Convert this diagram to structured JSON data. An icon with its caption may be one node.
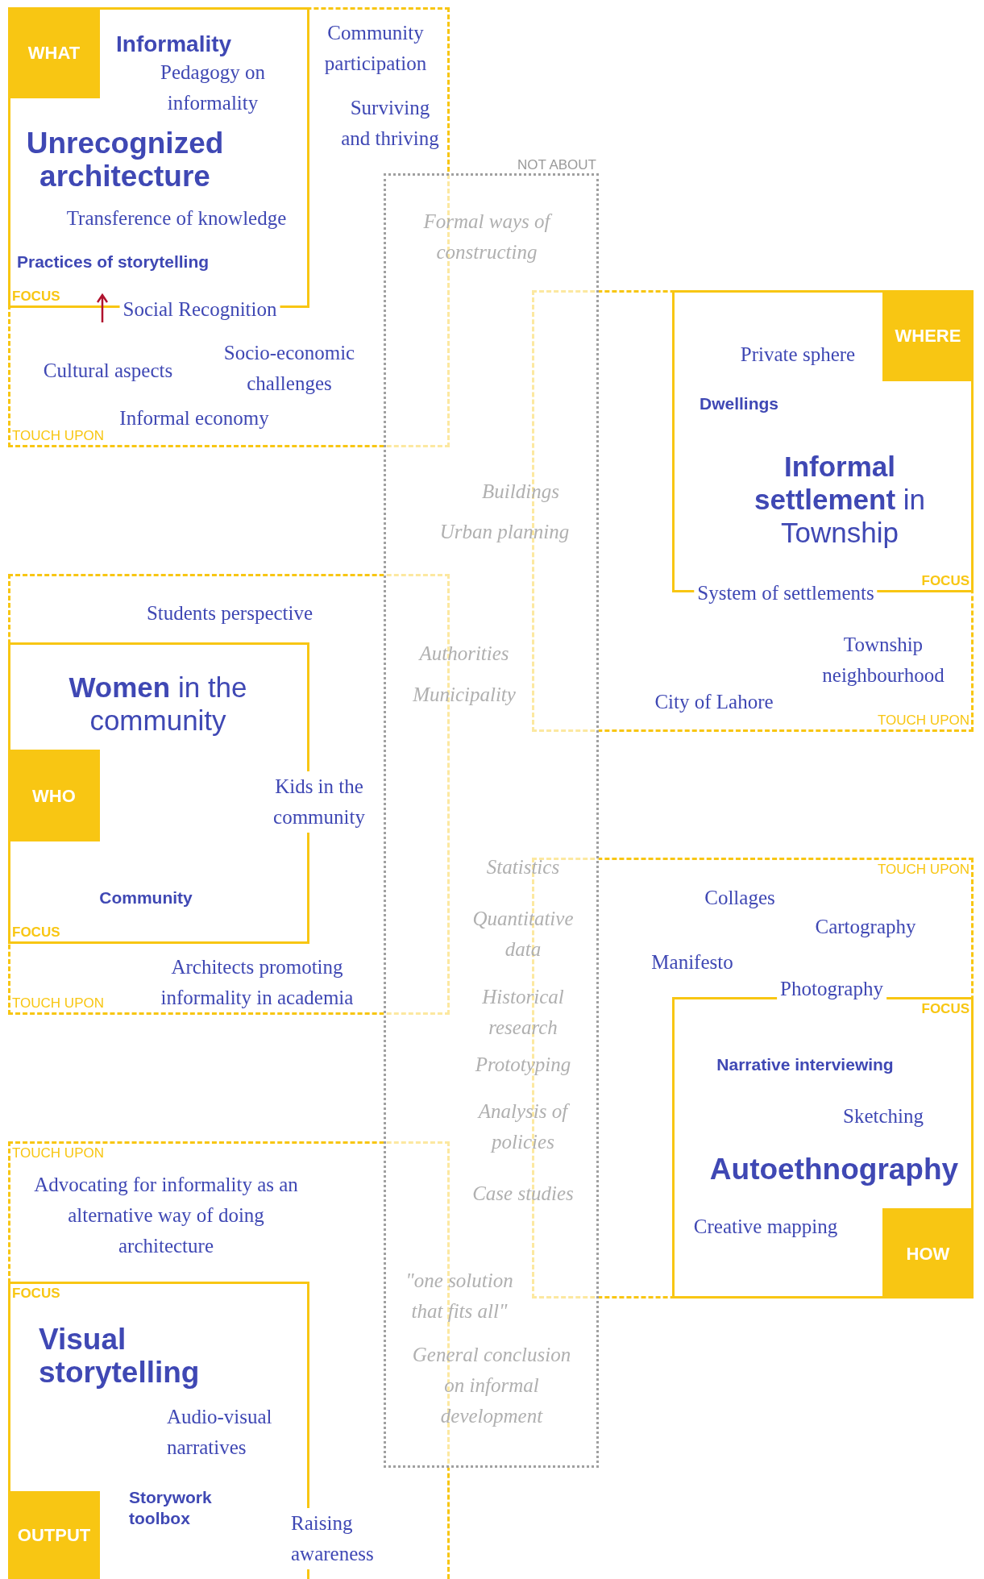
{
  "diagram": {
    "nodes": [
      {
        "text": [
          "Community participation",
          "Surviving and thriving",
          "Social Recognition",
          "Cultural aspects",
          "Socio-economic challenges",
          "Informal economy",
          "TOUCH UPON"
        ]
      },
      {
        "text": [
          "Informality",
          "Pedagogy on informality",
          "Unrecognized architecture",
          "Transference of knowledge",
          "Practices of storytelling",
          "FOCUS"
        ],
        "in": 0
      },
      {
        "text": [
          "WHAT"
        ],
        "in": 1
      },
      {
        "text": [
          "NOT ABOUT",
          "Formal ways of constructing",
          "Buildings",
          "Urban planning",
          "Authorities",
          "Municipality",
          "Statistics",
          "Quantitative data",
          "Historical research",
          "Prototyping",
          "Analysis of policies",
          "Case studies",
          "\"one solution that fits all\"",
          "General conclusion on informal development"
        ]
      },
      {
        "text": [
          "System of settlements",
          "Township neighbourhood",
          "City of Lahore",
          "TOUCH UPON"
        ]
      },
      {
        "text": [
          "Private sphere",
          "Dwellings",
          "**Informal settlement** in Township",
          "FOCUS"
        ],
        "in": 4
      },
      {
        "text": [
          "WHERE"
        ],
        "in": 5
      },
      {
        "text": [
          "Students perspective",
          "Kids in the community",
          "TOUCH UPON",
          "Architects promoting informality in academia"
        ]
      },
      {
        "text": [
          "**Women** in the community",
          "Community",
          "FOCUS"
        ],
        "in": 7
      },
      {
        "text": [
          "WHO"
        ],
        "in": 8
      },
      {
        "text": [
          "TOUCH UPON",
          "Collages",
          "Cartography",
          "Manifesto",
          "Photography"
        ]
      },
      {
        "text": [
          "FOCUS",
          "Narrative interviewing",
          "Sketching",
          "Autoethnography",
          "Creative mapping"
        ],
        "in": 10
      },
      {
        "text": [
          "HOW"
        ],
        "in": 11
      },
      {
        "text": [
          "TOUCH UPON",
          "Advocating for informality as an alternative way of doing architecture",
          "Raising awareness"
        ]
      },
      {
        "text": [
          "FOCUS",
          "Visual storytelling",
          "Audio-visual narratives",
          "Storywork toolbox"
        ],
        "in": 13
      },
      {
        "text": [
          "OUTPUT"
        ],
        "in": 14
      }
    ]
  }
}
